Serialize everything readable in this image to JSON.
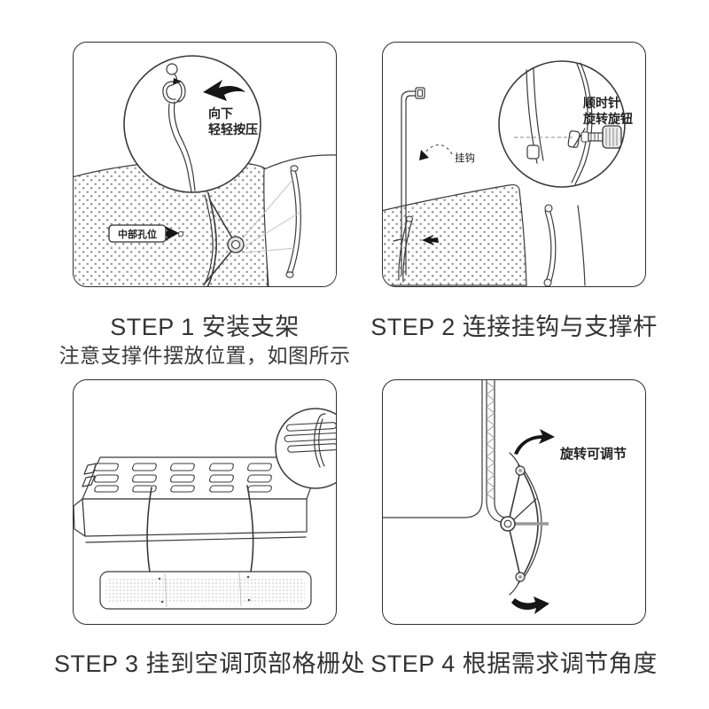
{
  "meta": {
    "background_color": "#ffffff",
    "line_color": "#3a3a3a",
    "text_color": "#333333",
    "dot_color": "#8f8f8f"
  },
  "steps": [
    {
      "caption": "STEP 1 安装支架",
      "note": "注意支撑件摆放位置，如图所示",
      "labels": {
        "press1": "向下",
        "press2": "轻轻按压",
        "hole": "中部孔位"
      }
    },
    {
      "caption": "STEP 2 连接挂钩与支撑杆",
      "labels": {
        "hook": "挂钩",
        "knob1": "顺时针",
        "knob2": "旋转旋钮"
      }
    },
    {
      "caption": "STEP 3 挂到空调顶部格栅处",
      "labels": {}
    },
    {
      "caption": "STEP 4 根据需求调节角度",
      "labels": {
        "rotate": "旋转可调节"
      }
    }
  ]
}
